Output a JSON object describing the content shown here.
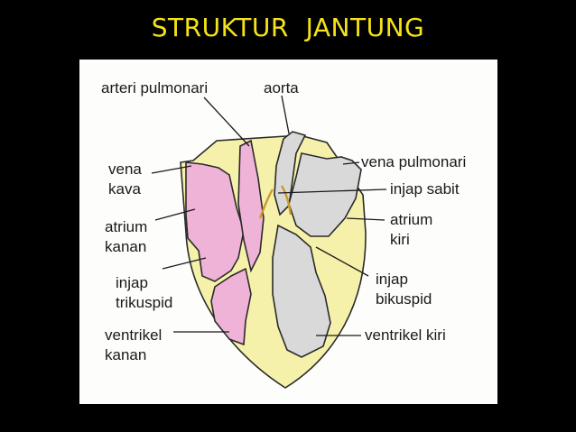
{
  "title": "STRUKTUR  JANTUNG",
  "colors": {
    "background": "#000000",
    "title": "#f5e318",
    "figure_bg": "#fdfdfb",
    "wall": "#f6f1aa",
    "right_side": "#eeb3d6",
    "left_side": "#d9d9d9",
    "outline": "#2a2a2a"
  },
  "labels": {
    "arteri_pulmonari": "arteri pulmonari",
    "aorta": "aorta",
    "vena_kava": [
      "vena",
      "kava"
    ],
    "vena_pulmonari": "vena pulmonari",
    "injap_sabit": "injap sabit",
    "atrium_kanan": [
      "atrium",
      "kanan"
    ],
    "atrium_kiri": [
      "atrium",
      "kiri"
    ],
    "injap_trikuspid": [
      "injap",
      "trikuspid"
    ],
    "injap_bikuspid": [
      "injap",
      "bikuspid"
    ],
    "ventrikel_kanan": [
      "ventrikel",
      "kanan"
    ],
    "ventrikel_kiri": "ventrikel kiri"
  }
}
